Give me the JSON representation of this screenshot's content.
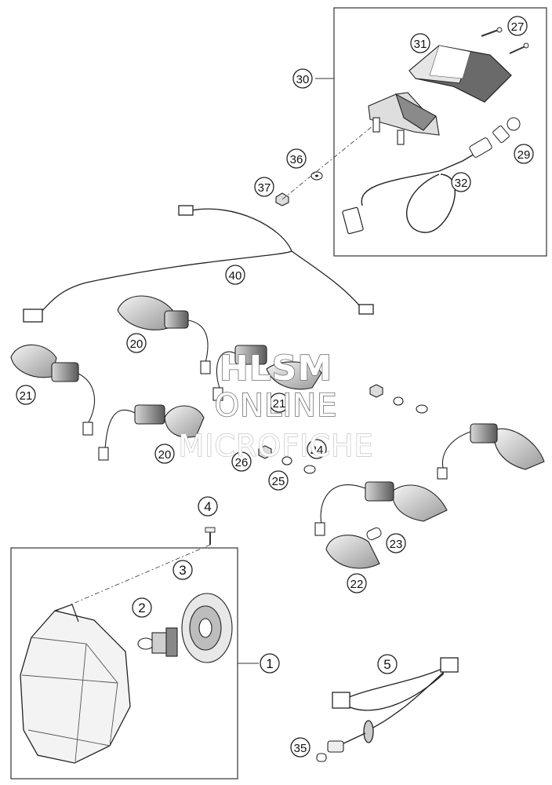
{
  "diagram": {
    "callouts": [
      {
        "id": "c27",
        "label": "27"
      },
      {
        "id": "c31",
        "label": "31"
      },
      {
        "id": "c30",
        "label": "30"
      },
      {
        "id": "c29",
        "label": "29"
      },
      {
        "id": "c36",
        "label": "36"
      },
      {
        "id": "c37",
        "label": "37"
      },
      {
        "id": "c32",
        "label": "32"
      },
      {
        "id": "c40",
        "label": "40"
      },
      {
        "id": "c20a",
        "label": "20"
      },
      {
        "id": "c21a",
        "label": "21"
      },
      {
        "id": "c21b",
        "label": "21"
      },
      {
        "id": "c20b",
        "label": "20"
      },
      {
        "id": "c24",
        "label": "24"
      },
      {
        "id": "c26",
        "label": "26"
      },
      {
        "id": "c25",
        "label": "25"
      },
      {
        "id": "c23",
        "label": "23"
      },
      {
        "id": "c22",
        "label": "22"
      },
      {
        "id": "c4",
        "label": "4"
      },
      {
        "id": "c3",
        "label": "3"
      },
      {
        "id": "c2",
        "label": "2"
      },
      {
        "id": "c1",
        "label": "1"
      },
      {
        "id": "c5",
        "label": "5"
      },
      {
        "id": "c35",
        "label": "35"
      }
    ]
  },
  "watermark": {
    "line1": "HLSM",
    "line2": "ONLINE",
    "line3": "MICROFICHE"
  }
}
